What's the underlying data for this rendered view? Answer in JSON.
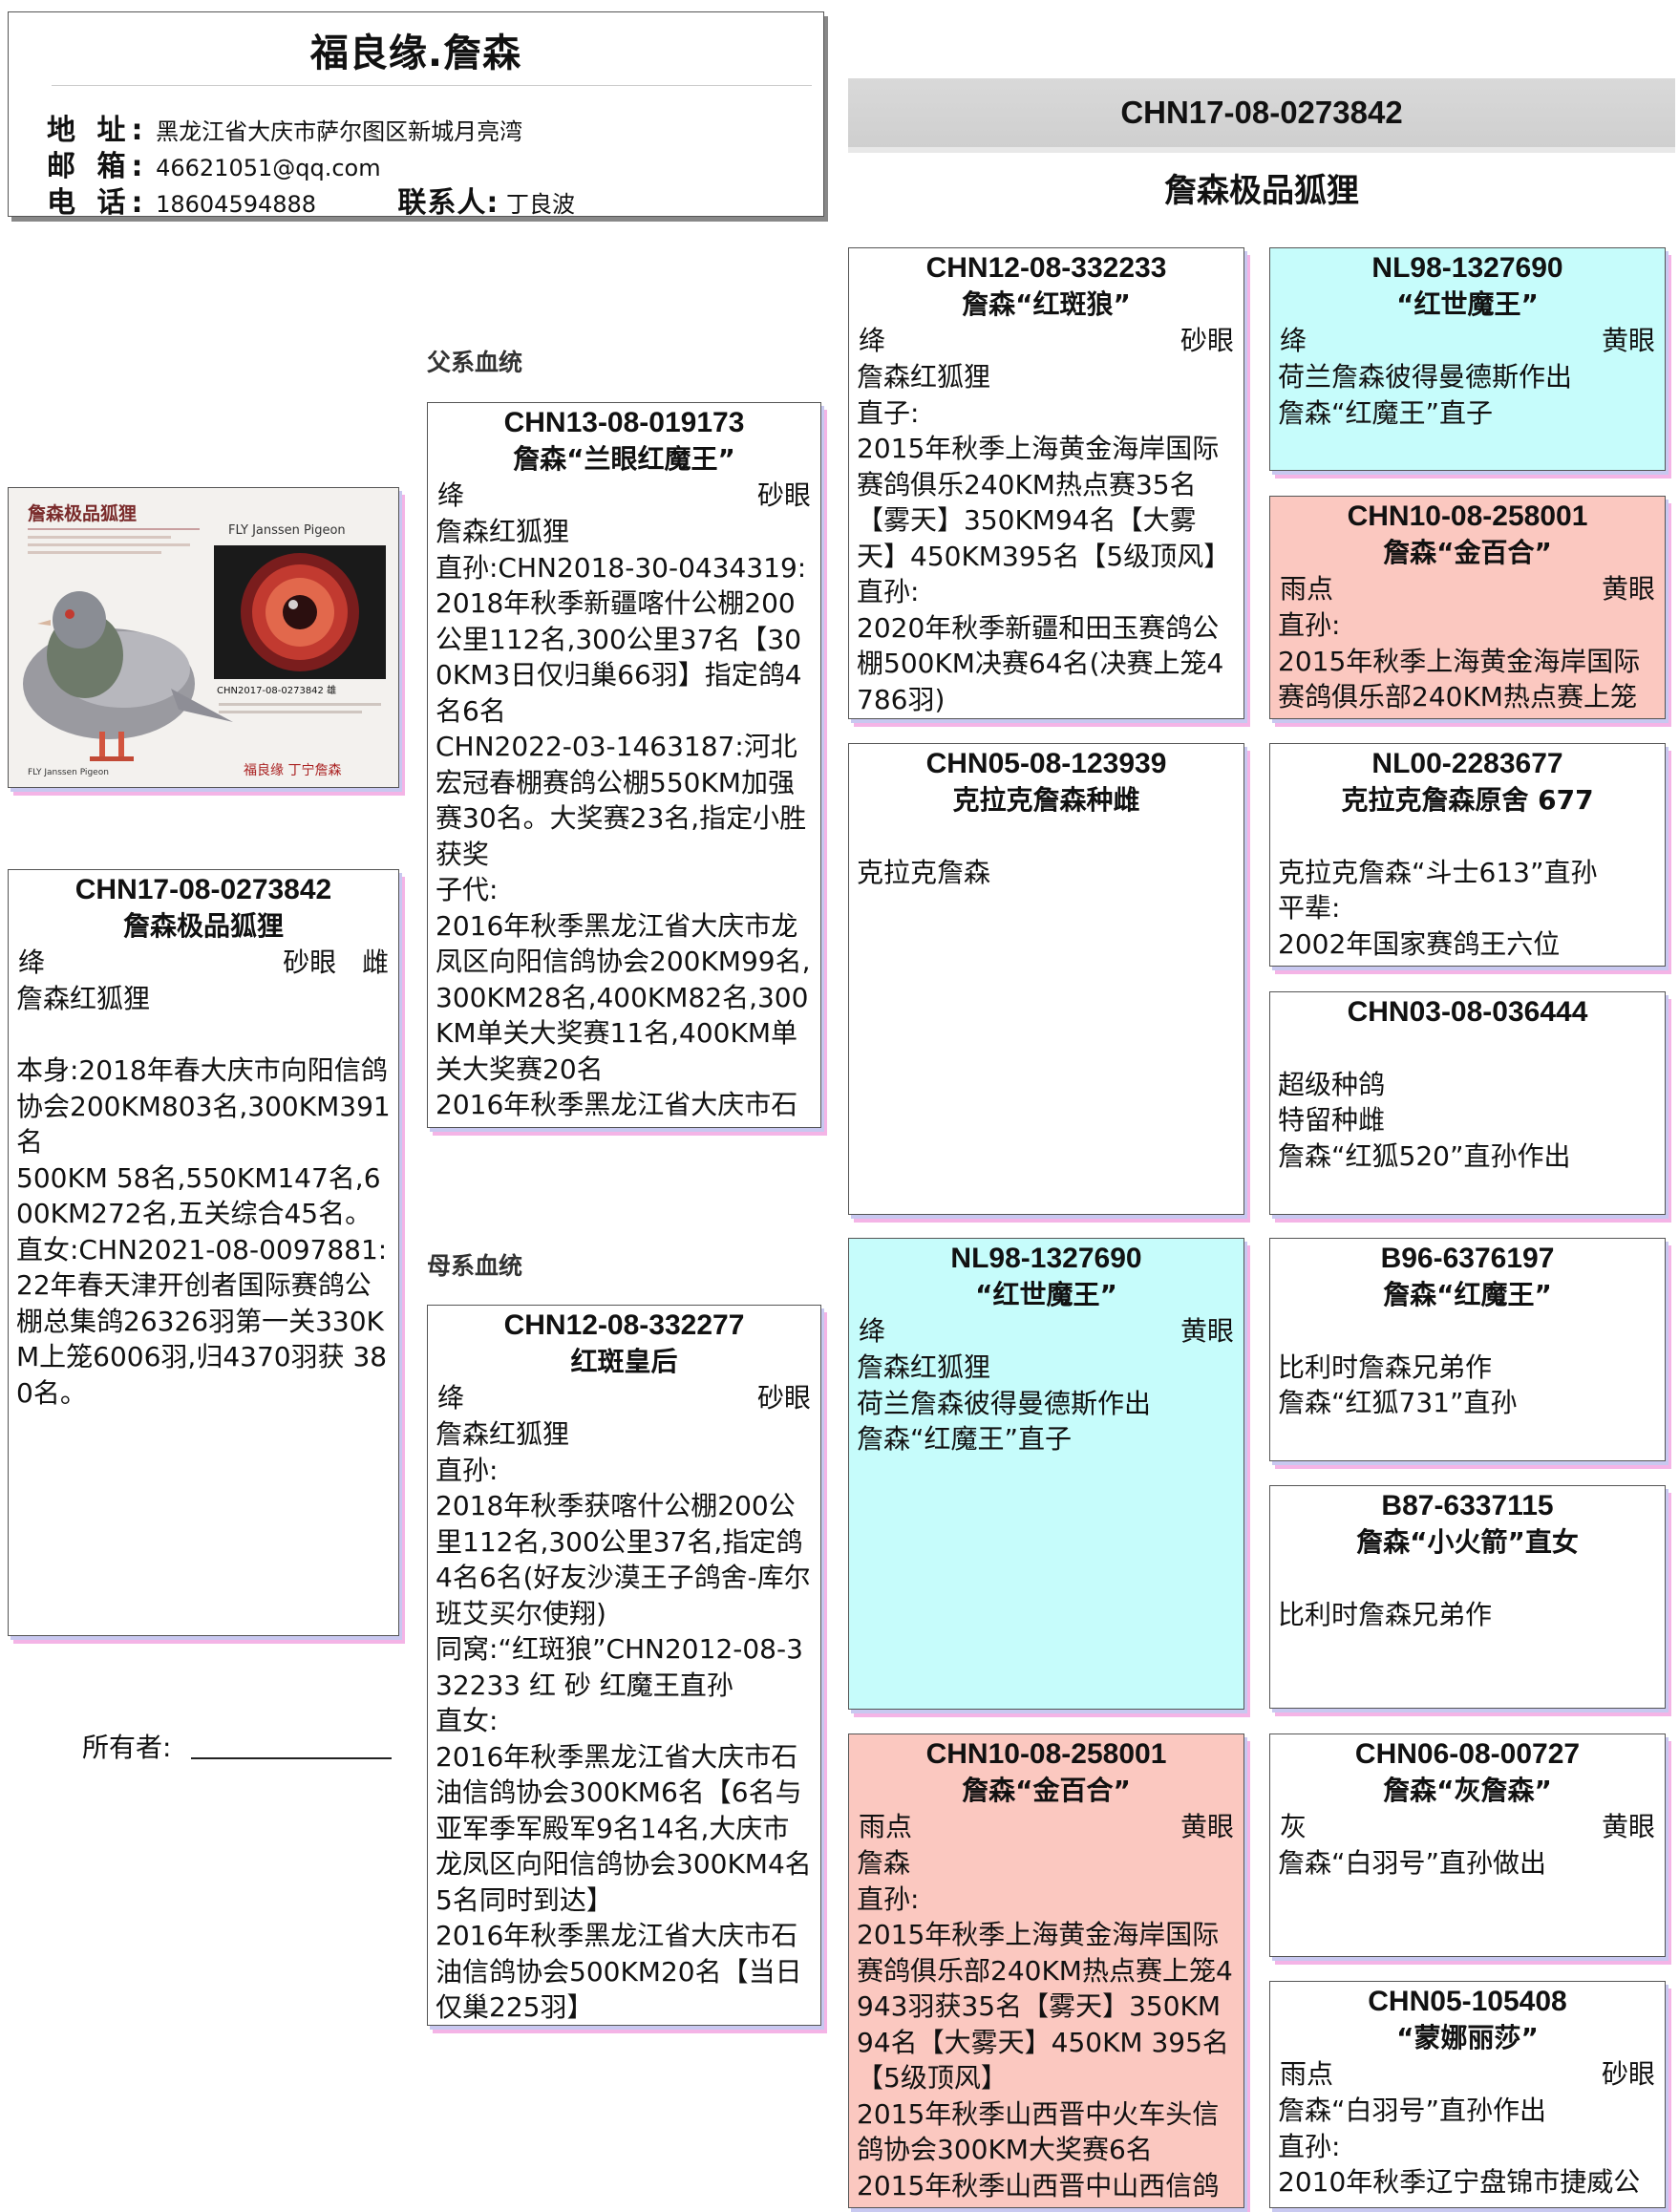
{
  "header": {
    "title": "福良缘.詹森",
    "address_label": "地 址:",
    "address": "黑龙江省大庆市萨尔图区新城月亮湾",
    "email_label": "邮 箱:",
    "email": "46621051@qq.com",
    "phone_label": "电 话:",
    "phone": "18604594888",
    "contact_label": "联系人:",
    "contact": "丁良波"
  },
  "banner": {
    "ring": "CHN17-08-0273842",
    "name": "詹森极品狐狸"
  },
  "sections": {
    "father": "父系血统",
    "mother": "母系血统"
  },
  "photo": {
    "title": "詹森极品狐狸",
    "subtitle": "FLY Janssen Pigeon",
    "ring_tag": "CHN2017-08-0273842 雄",
    "brand": "福良缘 丁宁詹森",
    "footer_left": "FLY Janssen Pigeon"
  },
  "owner": {
    "label": "所有者:"
  },
  "cards": {
    "subject": {
      "ring": "CHN17-08-0273842",
      "name": "詹森极品狐狸",
      "color": "绛",
      "eye": "砂眼",
      "sex": "雌",
      "text": "詹森红狐狸\n\n本身:2018年春大庆市向阳信鸽协会200KM803名,300KM391名\n500KM 58名,550KM147名,600KM272名,五关综合45名。\n直女:CHN2021-08-0097881:22年春天津开创者国际赛鸽公棚总集鸽26326羽第一关330KM上笼6006羽,归4370羽获 380名。"
    },
    "sire": {
      "ring": "CHN13-08-019173",
      "name": "詹森“兰眼红魔王”",
      "color": "绛",
      "eye": "砂眼",
      "text": "詹森红狐狸\n直孙:CHN2018-30-0434319:2018年秋季新疆喀什公棚200公里112名,300公里37名【300KM3日仅归巢66羽】指定鸽4名6名\nCHN2022-03-1463187:河北宏冠春棚赛鸽公棚550KM加强赛30名。大奖赛23名,指定小胜获奖\n子代:\n2016年秋季黑龙江省大庆市龙凤区向阳信鸽协会200KM99名,300KM28名,400KM82名,300KM单关大奖赛11名,400KM单关大奖赛20名\n2016年秋季黑龙江省大庆市石"
    },
    "dam": {
      "ring": "CHN12-08-332277",
      "name": "红斑皇后",
      "color": "绛",
      "eye": "砂眼",
      "text": "詹森红狐狸\n直孙:\n2018年秋季获喀什公棚200公里112名,300公里37名,指定鸽4名6名(好友沙漠王子鸽舍-库尔班艾买尔使翔)\n同窝:“红斑狼”CHN2012-08-332233 红 砂 红魔王直孙\n直女:\n2016年秋季黑龙江省大庆市石油信鸽协会300KM6名【6名与亚军季军殿军9名14名,大庆市龙凤区向阳信鸽协会300KM4名5名同时到达】\n2016年秋季黑龙江省大庆市石油信鸽协会500KM20名【当日仅巢225羽】"
    },
    "ss": {
      "ring": "CHN12-08-332233",
      "name": "詹森“红斑狼”",
      "color": "绛",
      "eye": "砂眼",
      "text": "詹森红狐狸\n直子:\n2015年秋季上海黄金海岸国际赛鸽俱乐240KM热点赛35名【雾天】350KM94名【大雾天】450KM395名【5级顶风】\n直孙:\n2020年秋季新疆和田玉赛鸽公棚500KM决赛64名(决赛上笼4786羽)"
    },
    "sd": {
      "ring": "CHN05-08-123939",
      "name": "克拉克詹森种雌",
      "text": "\n克拉克詹森"
    },
    "ds": {
      "ring": "NL98-1327690",
      "name": "“红世魔王”",
      "color": "绛",
      "eye": "黄眼",
      "text": "詹森红狐狸\n荷兰詹森彼得曼德斯作出\n詹森“红魔王”直子"
    },
    "dd": {
      "ring": "CHN10-08-258001",
      "name": "詹森“金百合”",
      "color": "雨点",
      "eye": "黄眼",
      "text": "詹森\n直孙:\n2015年秋季上海黄金海岸国际赛鸽俱乐部240KM热点赛上笼4943羽获35名【雾天】350KM 94名【大雾天】450KM 395名【5级顶风】\n2015年秋季山西晋中火车头信鸽协会300KM大奖赛6名\n2015年秋季山西晋中山西信鸽"
    },
    "sss": {
      "ring": "NL98-1327690",
      "name": "“红世魔王”",
      "color": "绛",
      "eye": "黄眼",
      "text": "荷兰詹森彼得曼德斯作出\n詹森“红魔王”直子"
    },
    "ssd": {
      "ring": "CHN10-08-258001",
      "name": "詹森“金百合”",
      "color": "雨点",
      "eye": "黄眼",
      "text": "直孙:\n2015年秋季上海黄金海岸国际赛鸽俱乐部240KM热点赛上笼"
    },
    "sds": {
      "ring": "NL00-2283677",
      "name": "克拉克詹森原舍 677",
      "text": "\n克拉克詹森“斗士613”直孙\n平辈:\n2002年国家赛鸽王六位"
    },
    "sdd": {
      "ring": "CHN03-08-036444",
      "name": "",
      "text": "\n超级种鸽\n特留种雌\n詹森“红狐520”直孙作出"
    },
    "dss": {
      "ring": "B96-6376197",
      "name": "詹森“红魔王”",
      "text": "\n比利时詹森兄弟作\n詹森“红狐731”直孙"
    },
    "dsd": {
      "ring": "B87-6337115",
      "name": "詹森“小火箭”直女",
      "text": "\n比利时詹森兄弟作"
    },
    "dds": {
      "ring": "CHN06-08-00727",
      "name": "詹森“灰詹森”",
      "color": "灰",
      "eye": "黄眼",
      "text": "詹森“白羽号”直孙做出"
    },
    "ddd": {
      "ring": "CHN05-105408",
      "name": "“蒙娜丽莎”",
      "color": "雨点",
      "eye": "砂眼",
      "text": "詹森“白羽号”直孙作出\n直孙:\n2010年秋季辽宁盘锦市捷威公"
    }
  }
}
